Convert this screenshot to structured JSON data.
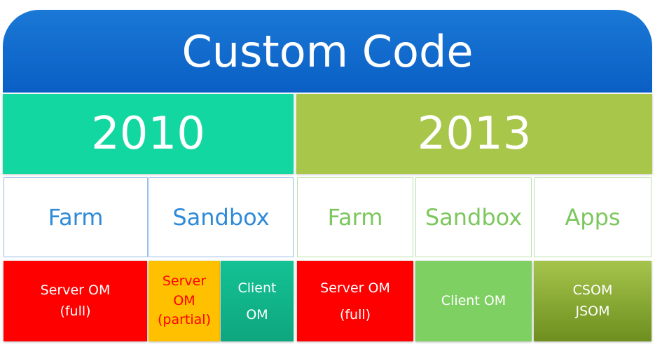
{
  "title": "Custom Code",
  "years": {
    "y2010": "2010",
    "y2013": "2013"
  },
  "types": {
    "farm_2010": "Farm",
    "sandbox_2010": "Sandbox",
    "farm_2013": "Farm",
    "sandbox_2013": "Sandbox",
    "apps_2013": "Apps"
  },
  "object_models": {
    "farm_2010": [
      "Server OM",
      "(full)"
    ],
    "sandbox_2010_server": [
      "Server",
      "OM",
      "(partial)"
    ],
    "sandbox_2010_client": [
      "Client",
      "OM"
    ],
    "farm_2013": [
      "Server OM",
      "(full)"
    ],
    "sandbox_2013": [
      "Client OM"
    ],
    "apps_2013": [
      "CSOM",
      "JSOM"
    ]
  },
  "colors": {
    "title_bg": "#1a78d6",
    "year_2010_bg": "#13d7a0",
    "year_2013_bg": "#a8c64a",
    "text_2010": "#2f8ad8",
    "text_2013": "#7cc75d",
    "server_om_full_bg": "#fe0000",
    "server_om_partial_bg": "#ffc000",
    "client_om_2010_bg": "#14c294",
    "client_om_2013_bg": "#7fd063",
    "apps_om_bg": "#a5c44c"
  }
}
